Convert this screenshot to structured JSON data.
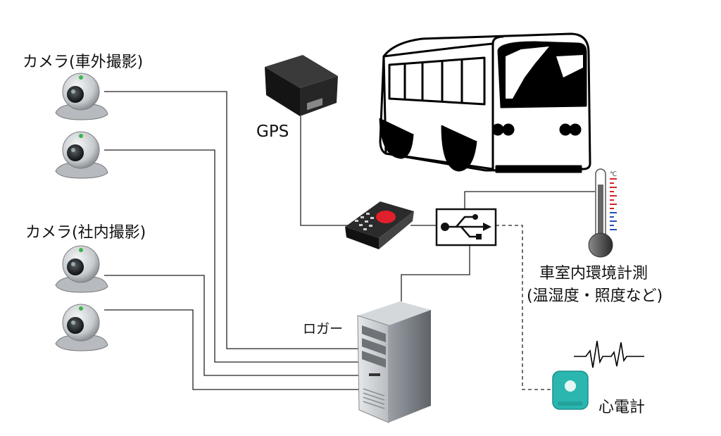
{
  "labels": {
    "camera_exterior": "カメラ(車外撮影)",
    "camera_interior": "カメラ(社内撮影)",
    "gps": "GPS",
    "logger": "ロガー",
    "env_line1": "車室内環境計測",
    "env_line2": "(温湿度・照度など)",
    "ecg": "心電計",
    "thermo_unit": "℃"
  },
  "colors": {
    "wire": "#222222",
    "ecg_device": "#2bb6b0",
    "led_red": "#e0202a",
    "camera_body": "#cfd3d6"
  },
  "icons": {
    "camera": "webcam-icon",
    "gps": "gps-box-icon",
    "gateway": "data-terminal-icon",
    "hub": "usb-hub-icon",
    "logger": "tower-pc-icon",
    "bus": "bus-icon",
    "thermometer": "thermometer-icon",
    "ecg": "ecg-sensor-icon"
  }
}
